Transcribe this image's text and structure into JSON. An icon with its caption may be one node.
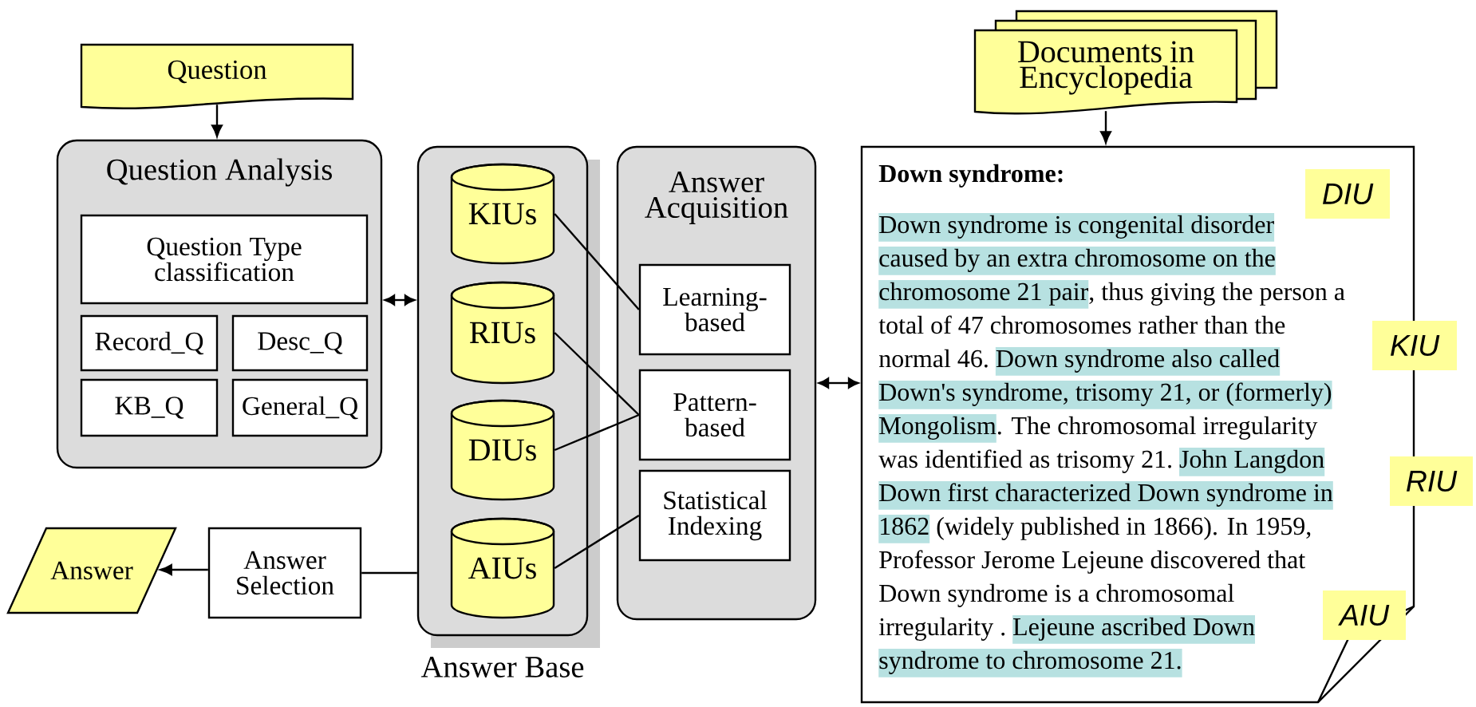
{
  "diagram": {
    "nodes": [
      {
        "text": [
          "Question"
        ]
      },
      {
        "text": [
          "Question Analysis"
        ]
      },
      {
        "text": [
          "Question Type classification"
        ],
        "in": 1
      },
      {
        "text": [
          "Record_Q"
        ],
        "in": 1
      },
      {
        "text": [
          "Desc_Q"
        ],
        "in": 1
      },
      {
        "text": [
          "KB_Q"
        ],
        "in": 1
      },
      {
        "text": [
          "General_Q"
        ],
        "in": 1
      },
      {
        "text": [
          "Answer Base"
        ]
      },
      {
        "text": [
          "KIUs"
        ],
        "in": 7
      },
      {
        "text": [
          "RIUs"
        ],
        "in": 7
      },
      {
        "text": [
          "DIUs"
        ],
        "in": 7
      },
      {
        "text": [
          "AIUs"
        ],
        "in": 7
      },
      {
        "text": [
          "Answer Acquisition"
        ]
      },
      {
        "text": [
          "Learning-based"
        ],
        "in": 12
      },
      {
        "text": [
          "Pattern-based"
        ],
        "in": 12
      },
      {
        "text": [
          "Statistical Indexing"
        ],
        "in": 12
      },
      {
        "text": [
          "Answer Selection"
        ]
      },
      {
        "text": [
          "Answer"
        ]
      },
      {
        "text": [
          "Documents in Encyclopedia"
        ]
      },
      {
        "text": [
          "Down syndrome:",
          "Down syndrome is congenital disorder",
          "caused by an extra chromosome on the",
          "chromosome 21 pair",
          ", thus giving the person a",
          "total of 47 chromosomes rather than the",
          "normal 46.",
          "Down syndrome also called",
          "Down's syndrome, trisomy 21,  or (formerly)",
          "Mongolism",
          ". The chromosomal irregularity",
          "was identified as trisomy 21.",
          "John Langdon",
          "Down first characterized Down syndrome in",
          "1862",
          "(widely published in 1866). In 1959,",
          "Professor Jerome Lejeune discovered that",
          "Down syndrome is a chromosomal",
          "irregularity .",
          "Lejeune ascribed Down",
          "syndrome to chromosome 21."
        ]
      },
      {
        "text": [
          "DIU"
        ],
        "in": 19
      },
      {
        "text": [
          "KIU"
        ]
      },
      {
        "text": [
          "RIU"
        ]
      },
      {
        "text": [
          "AIU"
        ],
        "in": 19
      }
    ],
    "edges": [
      {
        "from": 0,
        "to": 1,
        "arrow": "to"
      },
      {
        "from": 1,
        "to": 7,
        "arrow": "both"
      },
      {
        "from": 8,
        "to": 13,
        "arrow": "none"
      },
      {
        "from": 9,
        "to": 14,
        "arrow": "none"
      },
      {
        "from": 10,
        "to": 14,
        "arrow": "none"
      },
      {
        "from": 11,
        "to": 15,
        "arrow": "none"
      },
      {
        "from": 7,
        "to": 16,
        "arrow": "none"
      },
      {
        "from": 16,
        "to": 17,
        "arrow": "to"
      },
      {
        "from": 12,
        "to": 19,
        "arrow": "both"
      },
      {
        "from": 18,
        "to": 19,
        "arrow": "to"
      }
    ]
  }
}
